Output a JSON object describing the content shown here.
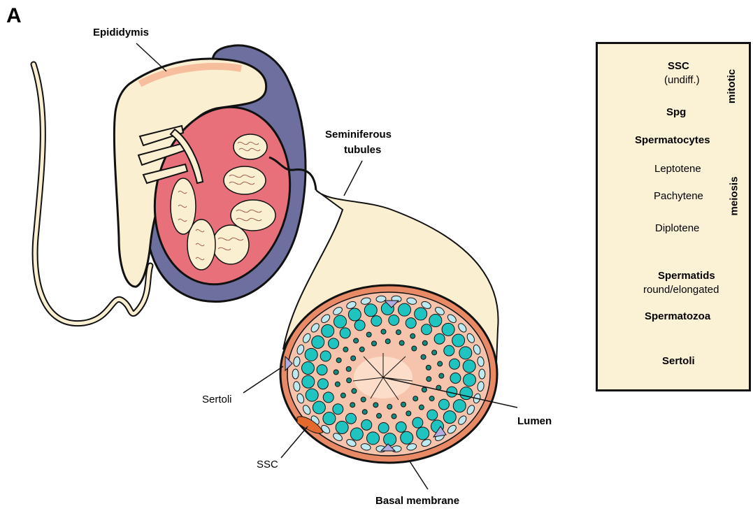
{
  "panel_label": "A",
  "labels": {
    "epididymis": "Epididymis",
    "seminiferous_tubules_line1": "Seminiferous",
    "seminiferous_tubules_line2": "tubules",
    "sertoli": "Sertoli",
    "ssc": "SSC",
    "lumen": "Lumen",
    "basal_membrane": "Basal membrane"
  },
  "legend": {
    "ssc_title": "SSC",
    "ssc_sub": "(undiff.)",
    "spg": "Spg",
    "mitotic": "mitotic",
    "spermatocytes": "Spermatocytes",
    "leptotene": "Leptotene",
    "pachytene": "Pachytene",
    "diplotene": "Diplotene",
    "meiosis": "meiosis",
    "spermatids": "Spermatids",
    "spermatids_sub": "round/elongated",
    "spermatozoa": "Spermatozoa",
    "sertoli": "Sertoli"
  },
  "colors": {
    "tunica": "#6d6f9e",
    "testis": "#e8707a",
    "epididymis": "#fbefd2",
    "epididymis_edge": "#f3a985",
    "tubule_wall": "#e88a66",
    "tubule_fill": "#f6c4ad",
    "lumen": "#fde0cc",
    "spermatocyte": "#1fc4c0",
    "spermatid": "#128a7e",
    "spg": "#bde9f0",
    "ssc": "#e4692f",
    "sertoli": "#b0aee0",
    "legend_bg": "#fbf2d6"
  }
}
